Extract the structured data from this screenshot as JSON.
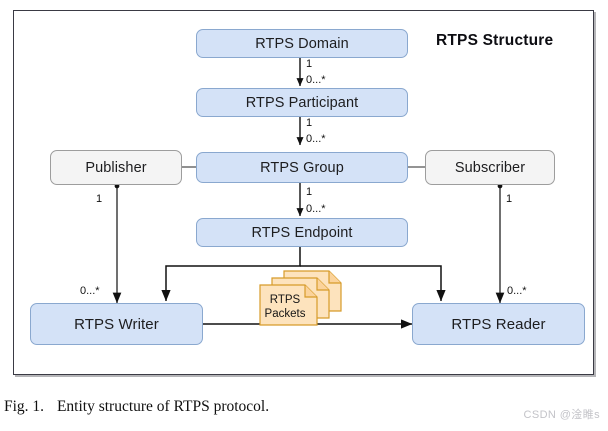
{
  "figure": {
    "title": "RTPS Structure",
    "caption_number": "Fig. 1.",
    "caption_text": "Entity structure of RTPS protocol.",
    "watermark": "CSDN @淦睢s",
    "colors": {
      "entity_fill": "#d4e2f7",
      "entity_border": "#8aa8cf",
      "aux_fill": "#f4f4f4",
      "aux_border": "#9d9d9d",
      "packet_fill": "#fde3bd",
      "packet_border": "#d79b2a",
      "connector": "#111111",
      "frame_border": "#3a3a44"
    }
  },
  "nodes": {
    "domain": {
      "label": "RTPS Domain",
      "kind": "entity"
    },
    "participant": {
      "label": "RTPS Participant",
      "kind": "entity"
    },
    "group": {
      "label": "RTPS Group",
      "kind": "entity"
    },
    "endpoint": {
      "label": "RTPS Endpoint",
      "kind": "entity"
    },
    "writer": {
      "label": "RTPS Writer",
      "kind": "entity"
    },
    "reader": {
      "label": "RTPS Reader",
      "kind": "entity"
    },
    "publisher": {
      "label": "Publisher",
      "kind": "aux"
    },
    "subscriber": {
      "label": "Subscriber",
      "kind": "aux"
    },
    "packets": {
      "label_line1": "RTPS",
      "label_line2": "Packets",
      "kind": "packet-stack"
    }
  },
  "multiplicities": {
    "domain_participant_top": "1",
    "domain_participant_bottom": "0...*",
    "participant_group_top": "1",
    "participant_group_bottom": "0...*",
    "group_endpoint_top": "1",
    "group_endpoint_bottom": "0...*",
    "publisher_side": "1",
    "subscriber_side": "1",
    "writer_side": "0...*",
    "reader_side": "0...*"
  },
  "edges": [
    {
      "name": "domain-to-participant",
      "from": "domain",
      "to": "participant",
      "style": "bidirectional-vertical"
    },
    {
      "name": "participant-to-group",
      "from": "participant",
      "to": "group",
      "style": "bidirectional-vertical"
    },
    {
      "name": "group-to-endpoint",
      "from": "group",
      "to": "endpoint",
      "style": "bidirectional-vertical"
    },
    {
      "name": "publisher-to-group",
      "from": "publisher",
      "to": "group",
      "style": "plain-horizontal"
    },
    {
      "name": "group-to-subscriber",
      "from": "group",
      "to": "subscriber",
      "style": "plain-horizontal"
    },
    {
      "name": "publisher-to-writer",
      "from": "publisher",
      "to": "writer",
      "style": "arrow-down"
    },
    {
      "name": "subscriber-to-reader",
      "from": "subscriber",
      "to": "reader",
      "style": "arrow-down"
    },
    {
      "name": "endpoint-to-writer",
      "from": "endpoint",
      "to": "writer",
      "style": "elbow-arrow-down"
    },
    {
      "name": "endpoint-to-reader",
      "from": "endpoint",
      "to": "reader",
      "style": "elbow-arrow-down"
    },
    {
      "name": "writer-reader-exchange",
      "from": "writer",
      "to": "reader",
      "style": "double-arrow-horizontal"
    }
  ]
}
